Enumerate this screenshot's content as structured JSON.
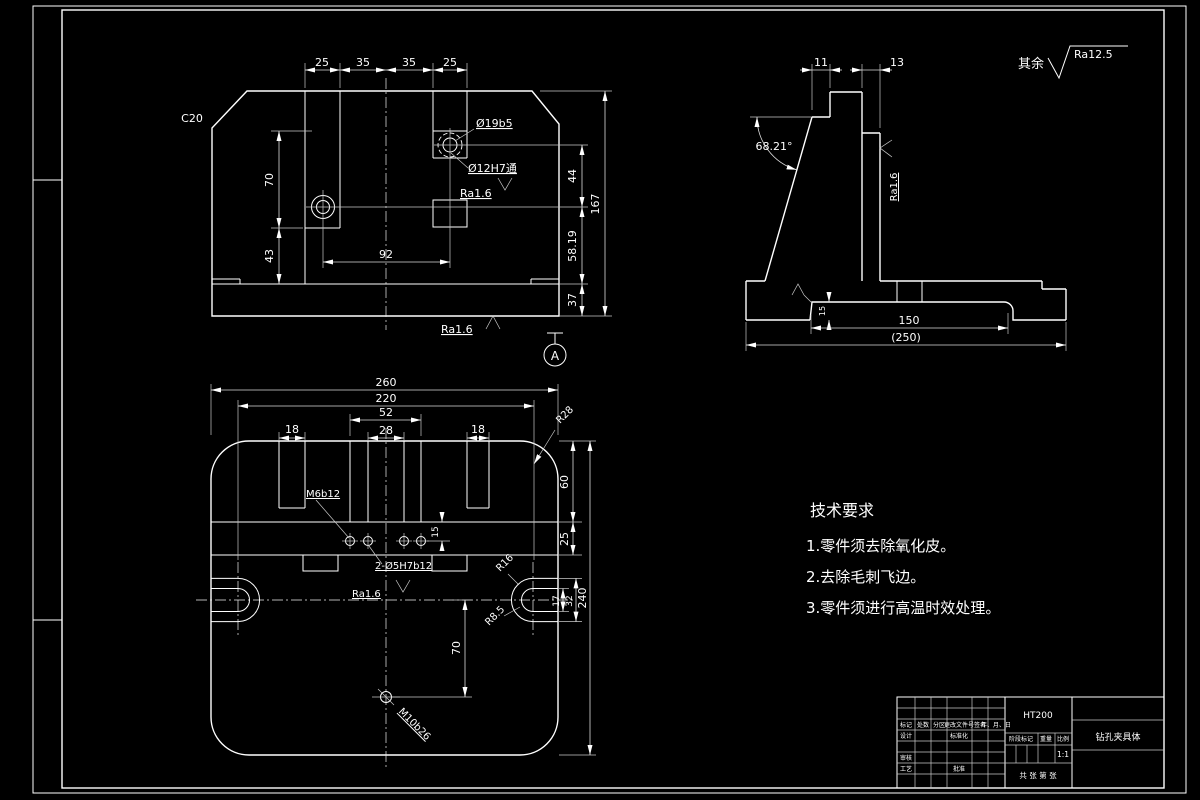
{
  "front_view": {
    "chamfer": "C20",
    "dims_top": [
      "25",
      "35",
      "35",
      "25"
    ],
    "dim_70": "70",
    "dim_43": "43",
    "dim_92": "92",
    "dim_44": "44",
    "dim_58_19": "58.19",
    "dim_37": "37",
    "dim_167": "167",
    "hole_label_1": "Ø19b5",
    "hole_label_2": "Ø12H7通",
    "ra_hole": "Ra1.6",
    "ra_bottom": "Ra1.6",
    "datum": "A"
  },
  "side_view": {
    "dim_11": "11",
    "dim_13": "13",
    "angle": "68.21°",
    "ra_side": "Ra1.6",
    "dim_150": "150",
    "dim_250": "(250)",
    "dim_groove": "15"
  },
  "plan_view": {
    "dim_260": "260",
    "dim_220": "220",
    "dim_52": "52",
    "dim_28": "28",
    "dim_18_left": "18",
    "dim_18_right": "18",
    "radius_corner": "R28",
    "dim_60": "60",
    "dim_25": "25",
    "dim_15": "15",
    "thread_label": "M6b12",
    "dowel_label": "2-Ø5H7b12",
    "ra": "Ra1.6",
    "radius_outer": "R16",
    "radius_inner": "R8.5",
    "dim_17": "17",
    "dim_32": "32",
    "dim_240": "240",
    "dim_70": "70",
    "hole_label": "M10b26"
  },
  "general_roughness": {
    "prefix": "其余",
    "value": "Ra12.5"
  },
  "tech_requirements": {
    "title": "技术要求",
    "items": [
      "1.零件须去除氧化皮。",
      "2.去除毛刺飞边。",
      "3.零件须进行高温时效处理。"
    ]
  },
  "title_block": {
    "material": "HT200",
    "part_name": "钻孔夹具体",
    "headers": [
      "标记",
      "处数",
      "分区",
      "更改文件号",
      "签名",
      "年、月、日"
    ],
    "row_design": "设计",
    "row_std": "标准化",
    "row_check": "审核",
    "row_process": "工艺",
    "row_approve": "批准",
    "stage_label": "阶段标记",
    "weight_label": "重量",
    "scale_label": "比例",
    "scale_value": "1:1",
    "sheet_text": "共 张 第 张"
  }
}
